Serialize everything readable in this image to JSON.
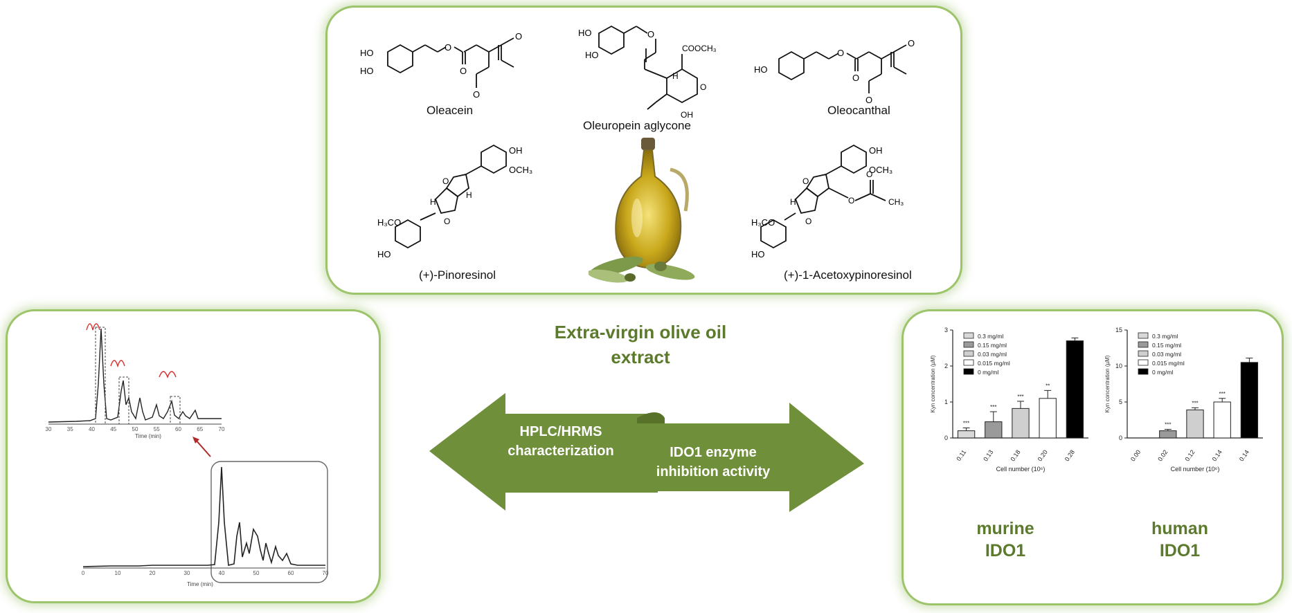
{
  "compounds": {
    "oleacein": "Oleacein",
    "oleuropein_aglycone": "Oleuropein aglycone",
    "oleocanthal": "Oleocanthal",
    "pinoresinol": "(+)-Pinoresinol",
    "acetoxypinoresinol": "(+)-1-Acetoxypinoresinol"
  },
  "groups": {
    "ho": "HO",
    "oh": "OH",
    "cooch3": "COOCH₃",
    "och3": "OCH₃",
    "h3co": "H₃CO",
    "ch3": "CH₃",
    "h": "H",
    "o": "O"
  },
  "center": {
    "title_line1": "Extra-virgin olive oil",
    "title_line2": "extract"
  },
  "arrows": {
    "left_line1": "HPLC/HRMS",
    "left_line2": "characterization",
    "right_line1": "IDO1 enzyme",
    "right_line2": "inhibition activity"
  },
  "chromatogram": {
    "xlabel": "Time (min)",
    "ticks_main": [
      "0",
      "10",
      "20",
      "30",
      "40",
      "50",
      "60",
      "70"
    ],
    "ticks_zoom": [
      "30",
      "35",
      "40",
      "45",
      "50",
      "55",
      "60",
      "65",
      "70"
    ]
  },
  "chart_data": [
    {
      "type": "bar",
      "title_line1": "murine",
      "title_line2": "IDO1",
      "ylabel": "Kyn concentration (µM)",
      "xlabel": "Cell number (10⁶)",
      "categories": [
        "0.11",
        "0.13",
        "0.18",
        "0.20",
        "0.28"
      ],
      "values": [
        0.2,
        0.45,
        0.82,
        1.1,
        2.7
      ],
      "errors": [
        0.08,
        0.28,
        0.2,
        0.22,
        0.08
      ],
      "significance": [
        "***",
        "***",
        "***",
        "**",
        ""
      ],
      "fills": [
        "#d8d8d8",
        "#9a9a9a",
        "#cfcfcf",
        "#ffffff",
        "#000000"
      ],
      "yticks": [
        "0",
        "1",
        "2",
        "3"
      ],
      "ylim": [
        0,
        3
      ],
      "legend": [
        "0.3 mg/ml",
        "0.15 mg/ml",
        "0.03 mg/ml",
        "0.015 mg/ml",
        "0 mg/ml"
      ],
      "legend_position": "top-left"
    },
    {
      "type": "bar",
      "title_line1": "human",
      "title_line2": "IDO1",
      "ylabel": "Kyn concentration (µM)",
      "xlabel": "Cell number (10⁶)",
      "categories": [
        "0.00",
        "0.02",
        "0.12",
        "0.14",
        "0.14"
      ],
      "values": [
        0,
        1.0,
        3.9,
        5.0,
        10.5
      ],
      "errors": [
        0,
        0.2,
        0.3,
        0.5,
        0.6
      ],
      "significance": [
        "",
        "***",
        "***",
        "***",
        ""
      ],
      "fills": [
        "#d8d8d8",
        "#9a9a9a",
        "#cfcfcf",
        "#ffffff",
        "#000000"
      ],
      "yticks": [
        "0",
        "5",
        "10",
        "15"
      ],
      "ylim": [
        0,
        15
      ],
      "legend": [
        "0.3 mg/ml",
        "0.15 mg/ml",
        "0.03 mg/ml",
        "0.015 mg/ml",
        "0 mg/ml"
      ],
      "legend_position": "top-left"
    }
  ],
  "colors": {
    "accent_green": "#6f8f3a",
    "title_green": "#5b7a2c",
    "panel_border": "#9cc46a",
    "peak_red": "#d93030"
  }
}
